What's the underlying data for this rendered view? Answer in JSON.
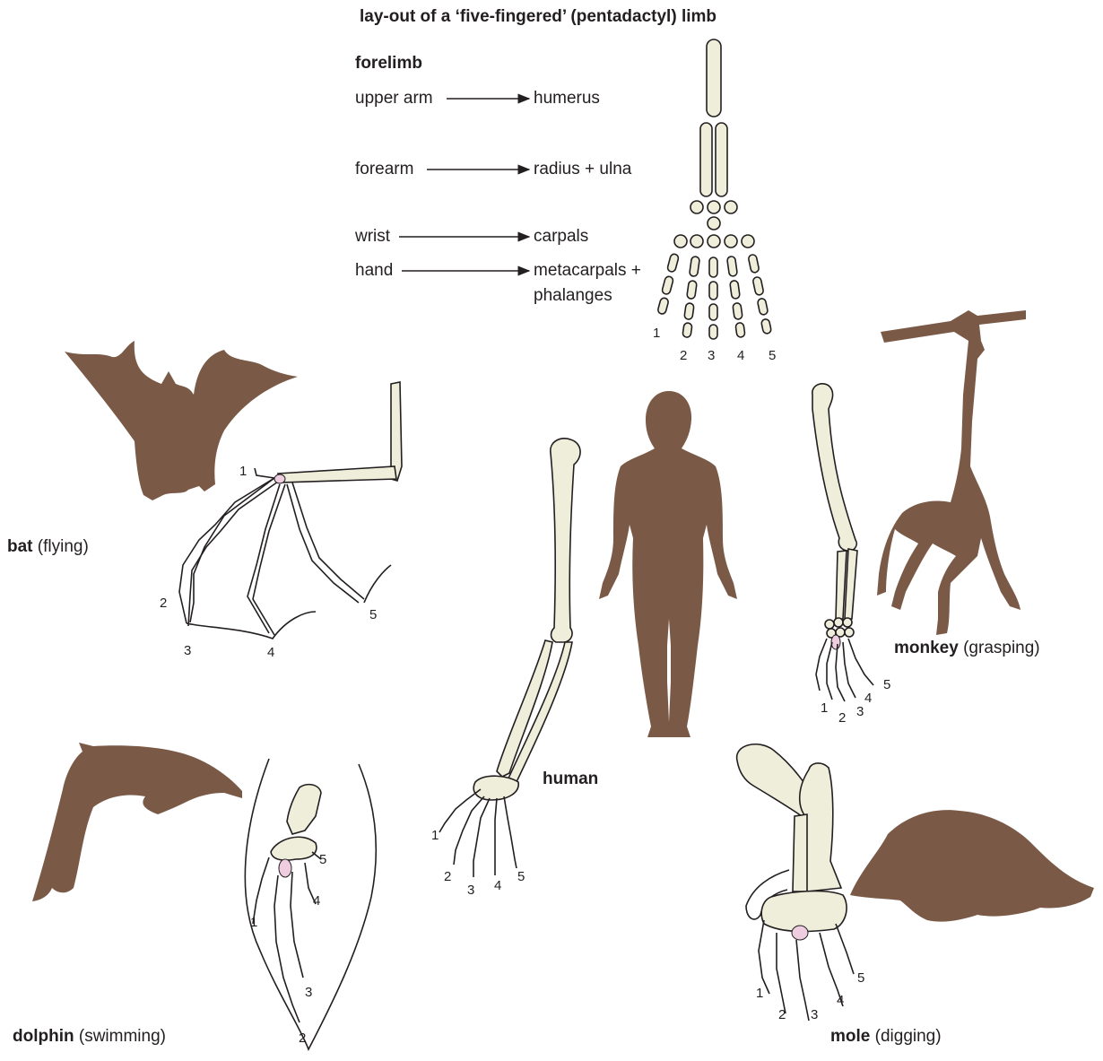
{
  "title": "lay-out of a ‘five-fingered’ (pentadactyl) limb",
  "forelimb": {
    "heading": "forelimb",
    "rows": [
      {
        "part": "upper arm",
        "bone": "humerus"
      },
      {
        "part": "forearm",
        "bone": "radius + ulna"
      },
      {
        "part": "wrist",
        "bone": "carpals"
      },
      {
        "part": "hand",
        "bone": "metacarpals +",
        "bone2": "phalanges"
      }
    ]
  },
  "digit_numbers": [
    "1",
    "2",
    "3",
    "4",
    "5"
  ],
  "animals": {
    "bat": {
      "name": "bat",
      "use": "(flying)"
    },
    "human": {
      "name": "human"
    },
    "monkey": {
      "name": "monkey",
      "use": "(grasping)"
    },
    "dolphin": {
      "name": "dolphin",
      "use": "(swimming)"
    },
    "mole": {
      "name": "mole",
      "use": "(digging)"
    }
  },
  "colors": {
    "bone": "#eeeedb",
    "silhouette": "#7a5a47",
    "wrist_highlight": "#efcde0",
    "outline": "#231f20"
  }
}
